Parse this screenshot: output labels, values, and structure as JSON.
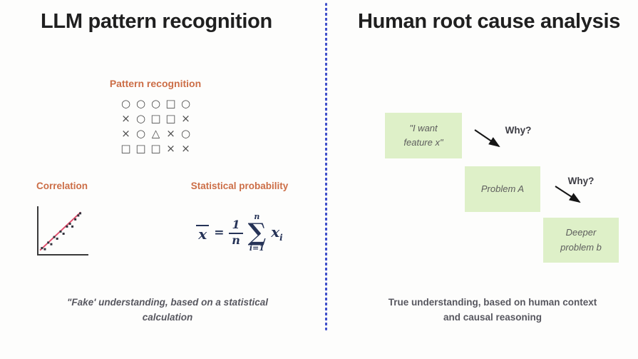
{
  "left_panel": {
    "title": "LLM pattern recognition",
    "pattern_label": "Pattern recognition",
    "pattern_grid": {
      "rows": [
        [
          "circle",
          "circle",
          "circle",
          "square",
          "circle"
        ],
        [
          "x",
          "circle",
          "square",
          "square",
          "x"
        ],
        [
          "x",
          "circle",
          "triangle",
          "x",
          "circle"
        ],
        [
          "square",
          "square",
          "square",
          "x",
          "x"
        ]
      ]
    },
    "correlation_label": "Correlation",
    "statistical_label": "Statistical probability",
    "caption_line1": "\"Fake' understanding, based on a statistical",
    "caption_line2": "calculation"
  },
  "right_panel": {
    "title": "Human root cause analysis",
    "boxes": [
      {
        "lines": [
          "\"I want",
          "feature x\""
        ]
      },
      {
        "lines": [
          "Problem A"
        ]
      },
      {
        "lines": [
          "Deeper",
          "problem b"
        ]
      }
    ],
    "why_labels": [
      "Why?",
      "Why?"
    ],
    "caption_line1": "True understanding, based on human context",
    "caption_line2": "and causal reasoning"
  },
  "formula": {
    "xbar": "x",
    "equals": "=",
    "numerator": "1",
    "denominator": "n",
    "sum_upper": "n",
    "sigma": "∑",
    "sum_lower": "i=1",
    "term": "x",
    "term_sub": "i"
  },
  "symbol_glyphs": {
    "circle": "○",
    "square": "□",
    "triangle": "△",
    "x": "×"
  },
  "chart_data": {
    "type": "scatter",
    "title": "Correlation",
    "xlabel": "",
    "ylabel": "",
    "xlim": [
      0,
      9
    ],
    "ylim": [
      0,
      7.5
    ],
    "grid": false,
    "x": [
      0.7,
      1.3,
      2.0,
      2.6,
      3.2,
      3.8,
      4.5,
      5.1,
      5.8,
      6.4,
      6.9,
      7.5,
      8.1,
      8.5
    ],
    "y": [
      0.7,
      0.5,
      1.7,
      1.4,
      2.7,
      2.4,
      3.7,
      3.3,
      4.6,
      5.1,
      4.6,
      5.9,
      6.6,
      7.0
    ],
    "trend_line": [
      0.3,
      0.3,
      8.6,
      7.2
    ],
    "axis_color": "#3a3a3a",
    "line_color": "#e14e6d",
    "point_color": "#33333d"
  },
  "colors": {
    "accent_orange": "#cc6e47",
    "box_green": "#def0c8",
    "divider_blue": "#4353cb",
    "formula_navy": "#263357",
    "caption_gray": "#57575f",
    "title_dark": "#1f1f1f"
  }
}
